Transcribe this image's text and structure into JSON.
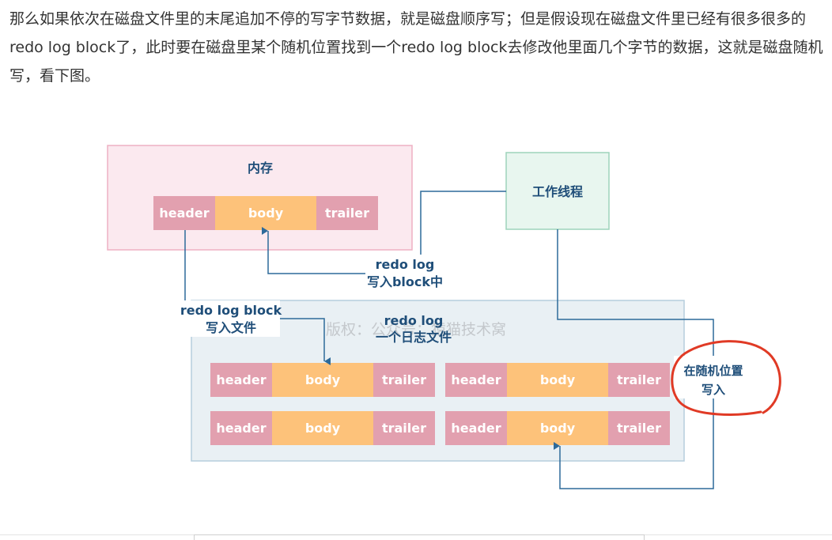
{
  "paragraph": "那么如果依次在磁盘文件里的末尾追加不停的写字节数据，就是磁盘顺序写；但是假设现在磁盘文件里已经有很多很多的redo log block了，此时要在磁盘里某个随机位置找到一个redo log block去修改他里面几个字节的数据，这就是磁盘随机写，看下图。",
  "diagram": {
    "memory_label": "内存",
    "thread_label": "工作线程",
    "file_label_line1": "redo log",
    "file_label_line2": "一个日志文件",
    "cells": {
      "header": "header",
      "body": "body",
      "trailer": "trailer"
    },
    "edge_write_block_line1": "redo log",
    "edge_write_block_line2": "写入block中",
    "edge_write_file_line1": "redo log block",
    "edge_write_file_line2": "写入文件",
    "random_note_line1": "在随机位置",
    "random_note_line2": "写入",
    "watermark": "版权：公众号：猿猫技术窝",
    "colors": {
      "memory_fill": "#fbe9ef",
      "memory_border": "#eeb0c3",
      "thread_fill": "#e8f6ef",
      "thread_border": "#9ed4bb",
      "file_fill": "#e9f0f4",
      "file_border": "#b6cedd",
      "header_fill": "#e2a0af",
      "body_fill": "#fdc27a",
      "trailer_fill": "#e2a0af",
      "arrow": "#2d6a9a",
      "marker": "#e03a25"
    }
  }
}
